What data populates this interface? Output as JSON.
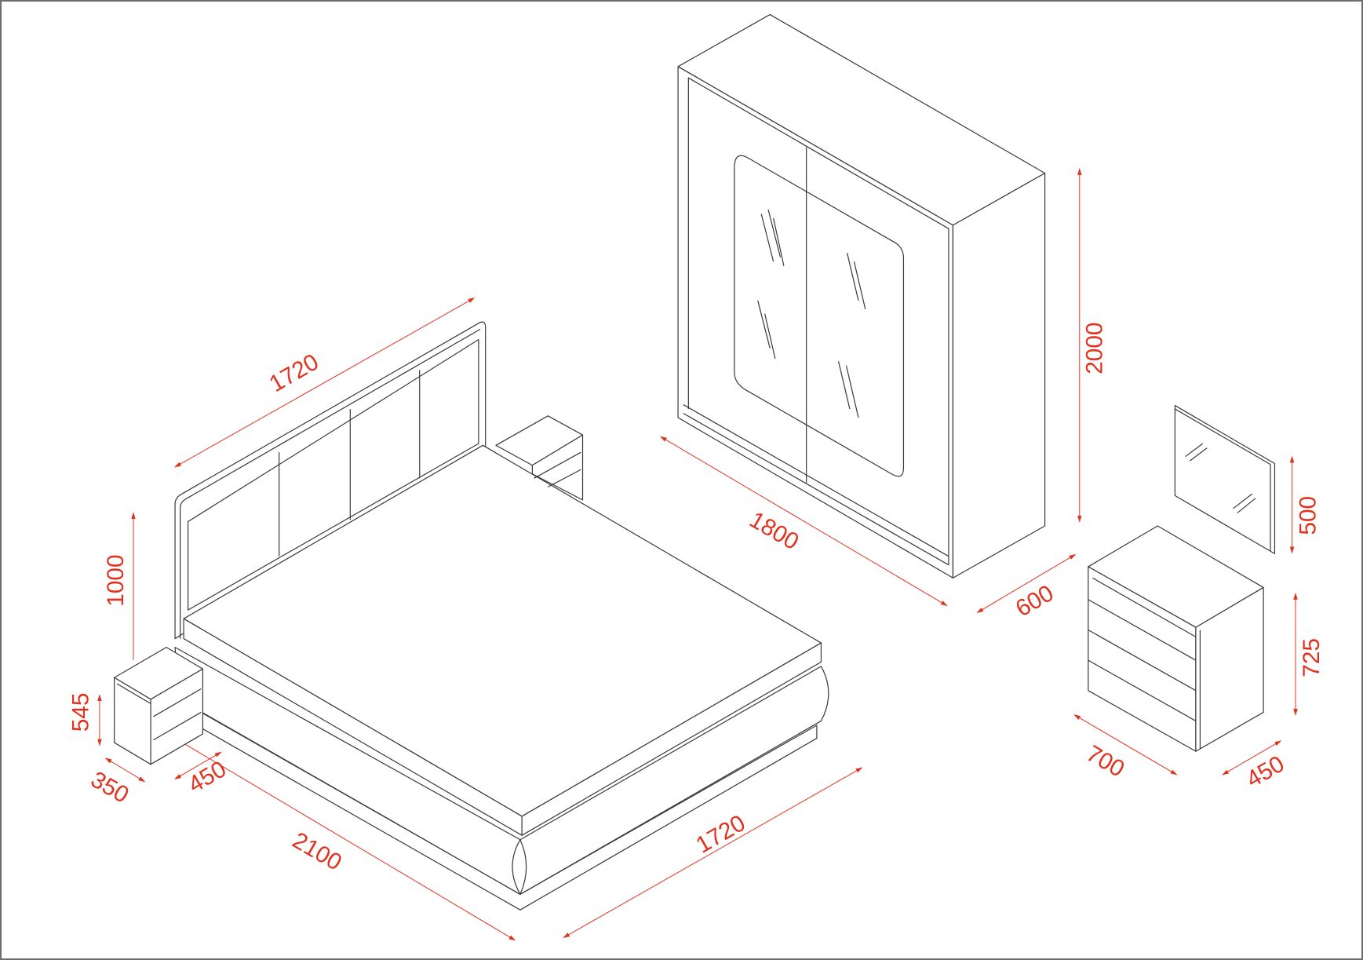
{
  "dimensions": {
    "headboard_width": "1720",
    "headboard_height": "1000",
    "nightstand_height": "545",
    "nightstand_depth": "350",
    "nightstand_width": "450",
    "bed_length": "2100",
    "bed_width": "1720",
    "wardrobe_height": "2000",
    "wardrobe_width": "1800",
    "wardrobe_depth": "600",
    "mirror_height": "500",
    "dresser_height": "725",
    "dresser_width": "700",
    "dresser_depth": "450"
  },
  "colors": {
    "dimension": "#e2321f",
    "line": "#3a3a3a"
  }
}
